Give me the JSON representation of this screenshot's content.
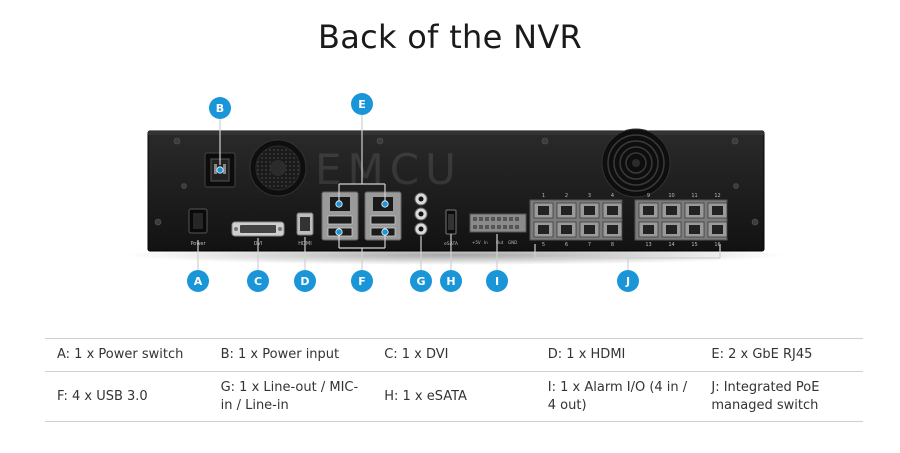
{
  "title": "Back of the NVR",
  "watermark": "EMCU",
  "device": {
    "labels": {
      "power": "Power",
      "dvi": "DVI",
      "hdmi": "HDMI",
      "esata": "eSATA",
      "alarm": [
        "+5V",
        "In",
        "Out",
        "GND"
      ]
    },
    "poe_top": [
      "1",
      "2",
      "3",
      "4",
      "9",
      "10",
      "11",
      "12"
    ],
    "poe_bottom": [
      "5",
      "6",
      "7",
      "8",
      "13",
      "14",
      "15",
      "16"
    ]
  },
  "callouts": [
    {
      "letter": "A"
    },
    {
      "letter": "B"
    },
    {
      "letter": "C"
    },
    {
      "letter": "D"
    },
    {
      "letter": "E"
    },
    {
      "letter": "F"
    },
    {
      "letter": "G"
    },
    {
      "letter": "H"
    },
    {
      "letter": "I"
    },
    {
      "letter": "J"
    }
  ],
  "specs": {
    "rows": [
      [
        "A: 1 x Power switch",
        "B: 1 x Power input",
        "C: 1 x DVI",
        "D: 1 x HDMI",
        "E: 2 x GbE RJ45"
      ],
      [
        "F: 4 x USB 3.0",
        "G: 1 x Line-out / MIC-in / Line-in",
        "H: 1 x eSATA",
        "I: 1 x Alarm I/O (4 in / 4 out)",
        "J: Integrated PoE managed switch"
      ]
    ]
  },
  "colors": {
    "accent": "#1a96d8",
    "chassis": "#1b1b1b",
    "line": "#d0d0d0"
  }
}
